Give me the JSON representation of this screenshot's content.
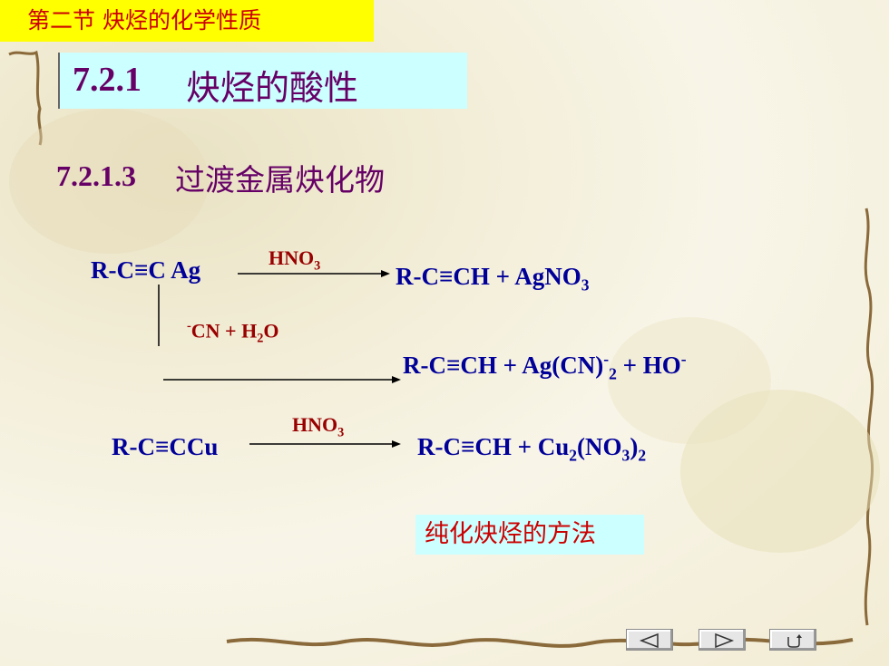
{
  "chapter": "第二节 炔烃的化学性质",
  "section": {
    "number": "7.2.1",
    "title": "炔烃的酸性"
  },
  "subsection": {
    "number": "7.2.1.3",
    "title": "过渡金属炔化物"
  },
  "reaction1": {
    "reactant": "R-C≡C Ag",
    "reagent_main": "HNO",
    "reagent_sub": "3",
    "product_a": "R-C≡CH + AgNO",
    "product_a_sub": "3"
  },
  "reaction2": {
    "reagent_sup": "-",
    "reagent_a": "CN + H",
    "reagent_sub": "2",
    "reagent_b": "O",
    "product_a": "R-C≡CH + Ag(CN)",
    "product_sup": "-",
    "product_sub": "2",
    "product_b": " + HO",
    "product_sup2": "-"
  },
  "reaction3": {
    "reactant": "R-C≡CCu",
    "reagent_main": "HNO",
    "reagent_sub": "3",
    "product_a": "R-C≡CH + Cu",
    "product_sub1": "2",
    "product_b": "(NO",
    "product_sub2": "3",
    "product_c": ")",
    "product_sub3": "2"
  },
  "note": "纯化炔烃的方法",
  "nav": {
    "prev_icon": "prev-triangle-icon",
    "next_icon": "next-triangle-icon",
    "return_icon": "return-arrow-icon"
  },
  "colors": {
    "title": "#660066",
    "chem": "#000099",
    "reagent": "#990000",
    "accent_red": "#cc0000",
    "chapter_bg": "#ffff00",
    "box_bg": "#ccffff"
  }
}
